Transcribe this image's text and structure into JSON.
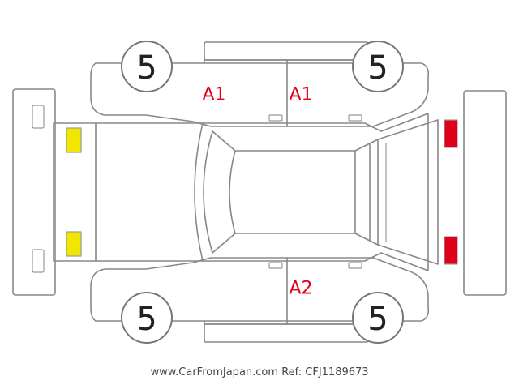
{
  "wheels": {
    "front_left": "5",
    "front_right": "5",
    "rear_left": "5",
    "rear_right": "5"
  },
  "damage_labels": {
    "upper_left_door": "A1",
    "upper_right_door": "A1",
    "lower_door": "A2"
  },
  "lamps": {
    "front_color": "#f2e600",
    "rear_color": "#e0001b"
  },
  "colors": {
    "damage_text": "#e0001b",
    "outline": "#888888"
  },
  "footer": {
    "site": "www.CarFromJapan.com",
    "ref": "Ref: CFJ1189673"
  }
}
